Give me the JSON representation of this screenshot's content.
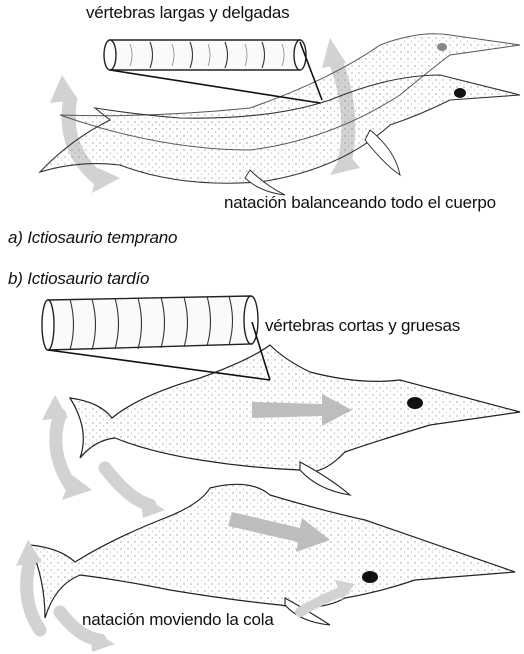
{
  "labels": {
    "early_vertebrae": "vértebras largas y delgadas",
    "early_swimming": "natación balanceando todo el cuerpo",
    "early_caption": "a) Ictiosaurio temprano",
    "late_caption": "b) Ictiosaurio tardío",
    "late_vertebrae": "vértebras cortas y gruesas",
    "late_swimming": "natación moviendo la cola"
  },
  "colors": {
    "ink": "#111111",
    "arrow": "#c9c9c9",
    "body_fill": "#f7f7f7"
  }
}
